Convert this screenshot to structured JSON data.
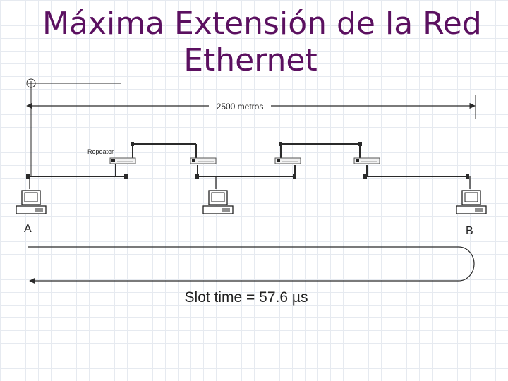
{
  "title": {
    "line1": "Máxima Extensión de la Red",
    "line2": "Ethernet"
  },
  "distance_label": "2500 metros",
  "repeater_label": "Repeater",
  "station_a_label": "A",
  "station_b_label": "B",
  "slot_time_label": "Slot time = 57.6 µs",
  "colors": {
    "title": "#5b1060",
    "lines": "#2a2a2a"
  },
  "icons": [
    "computer-icon",
    "repeater-icon"
  ]
}
